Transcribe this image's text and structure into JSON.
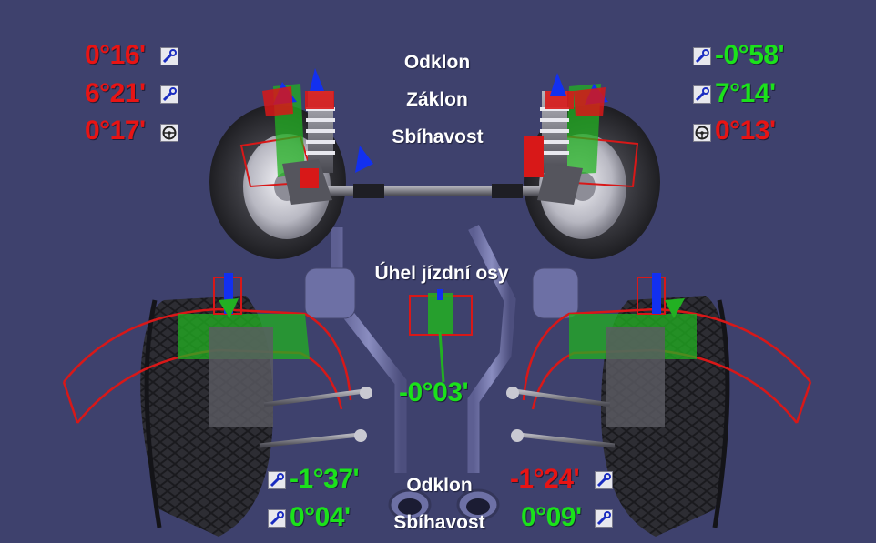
{
  "colors": {
    "background": "#3e416d",
    "in_tolerance": "#1be21b",
    "out_of_tolerance": "#e81414",
    "label": "#ffffff"
  },
  "front": {
    "labels": {
      "camber": "Odklon",
      "caster": "Záklon",
      "toe": "Sbíhavost"
    },
    "left": {
      "camber": {
        "value": "0°16'",
        "status": "out",
        "icon": "wrench-icon"
      },
      "caster": {
        "value": "6°21'",
        "status": "out",
        "icon": "wrench-icon"
      },
      "toe": {
        "value": "0°17'",
        "status": "out",
        "icon": "steering-wheel-icon"
      }
    },
    "right": {
      "camber": {
        "value": "-0°58'",
        "status": "ok",
        "icon": "wrench-icon"
      },
      "caster": {
        "value": "7°14'",
        "status": "ok",
        "icon": "wrench-icon"
      },
      "toe": {
        "value": "0°13'",
        "status": "out",
        "icon": "steering-wheel-icon"
      }
    }
  },
  "thrust": {
    "label": "Úhel jízdní osy",
    "value": "-0°03'",
    "status": "ok"
  },
  "rear": {
    "labels": {
      "camber": "Odklon",
      "toe": "Sbíhavost"
    },
    "left": {
      "camber": {
        "value": "-1°37'",
        "status": "ok",
        "icon": "wrench-icon"
      },
      "toe": {
        "value": "0°04'",
        "status": "ok",
        "icon": "wrench-icon"
      }
    },
    "right": {
      "camber": {
        "value": "-1°24'",
        "status": "out",
        "icon": "wrench-icon"
      },
      "toe": {
        "value": "0°09'",
        "status": "ok",
        "icon": "wrench-icon"
      }
    }
  }
}
